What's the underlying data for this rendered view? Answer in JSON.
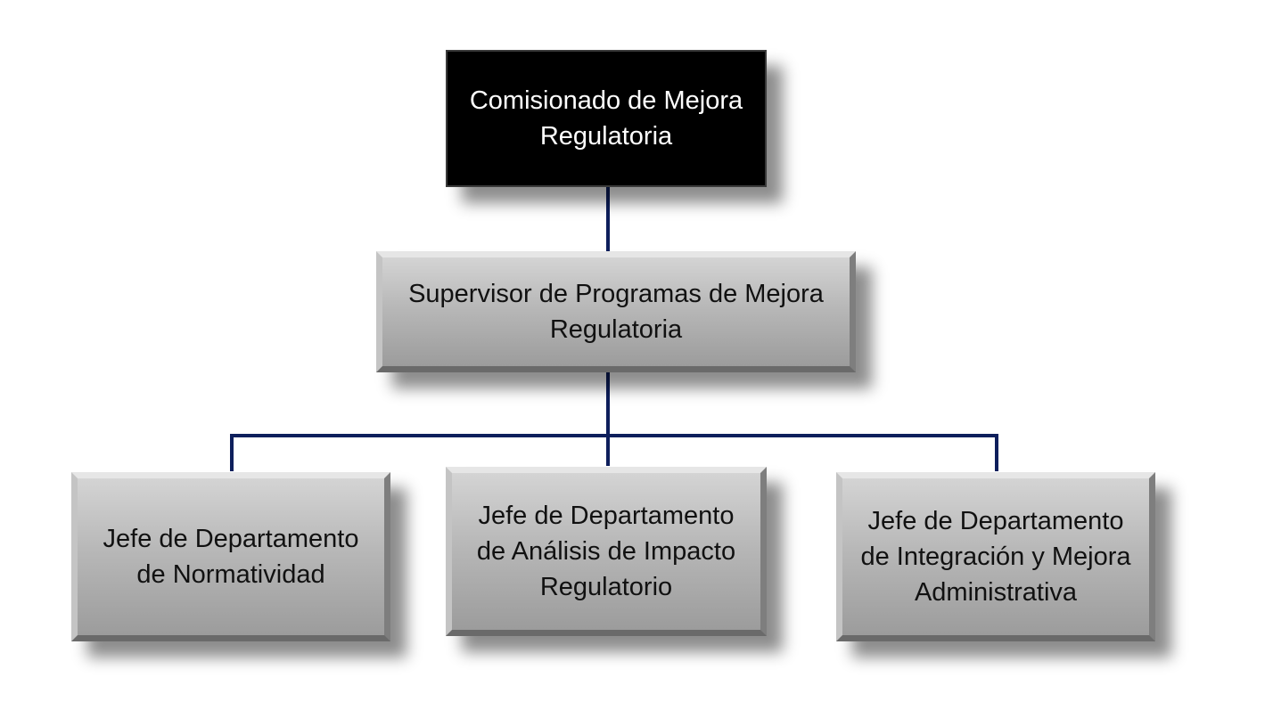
{
  "org_chart": {
    "root": {
      "label": "Comisionado de Mejora\nRegulatoria"
    },
    "supervisor": {
      "label": "Supervisor de Programas de Mejora\nRegulatoria"
    },
    "departments": [
      {
        "label": "Jefe de Departamento\nde Normatividad"
      },
      {
        "label": "Jefe de Departamento\nde Análisis de Impacto\nRegulatorio"
      },
      {
        "label": "Jefe de Departamento\nde Integración y Mejora\nAdministrativa"
      }
    ]
  },
  "colors": {
    "connector": "#0e1f5c",
    "root_box": "#000000",
    "department_box": "#b0b0b0"
  }
}
